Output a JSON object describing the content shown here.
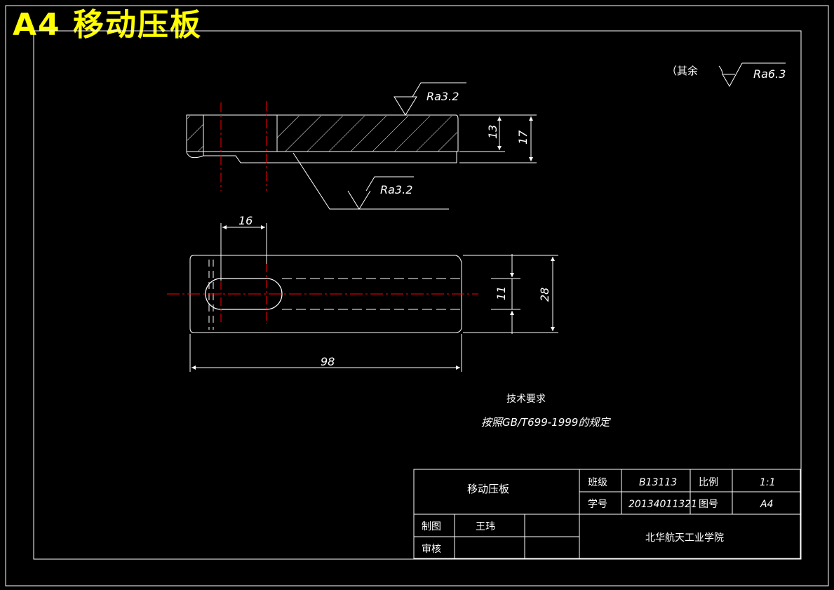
{
  "heading": "A4 移动压板",
  "surface_note": {
    "prefix": "（其余",
    "roughness": "Ra6.3"
  },
  "section_view": {
    "top_roughness": "Ra3.2",
    "bottom_roughness": "Ra3.2",
    "dim_inner": "13",
    "dim_outer": "17"
  },
  "plan_view": {
    "dim_slot_offset": "16",
    "dim_length": "98",
    "dim_slot_width": "11",
    "dim_width": "28"
  },
  "technical_requirements": {
    "title": "技术要求",
    "text": "按照GB/T699-1999的规定"
  },
  "title_block": {
    "part_name": "移动压板",
    "class_label": "班级",
    "class_value": "B13113",
    "scale_label": "比例",
    "scale_value": "1:1",
    "student_id_label": "学号",
    "student_id_value": "20134011321",
    "drawing_no_label": "图号",
    "drawing_no_value": "A4",
    "drafter_label": "制图",
    "drafter_name": "王玮",
    "reviewer_label": "审核",
    "school": "北华航天工业学院"
  },
  "colors": {
    "background": "#000000",
    "line": "#ffffff",
    "center_line": "#ff0000",
    "heading": "#ffff00"
  }
}
